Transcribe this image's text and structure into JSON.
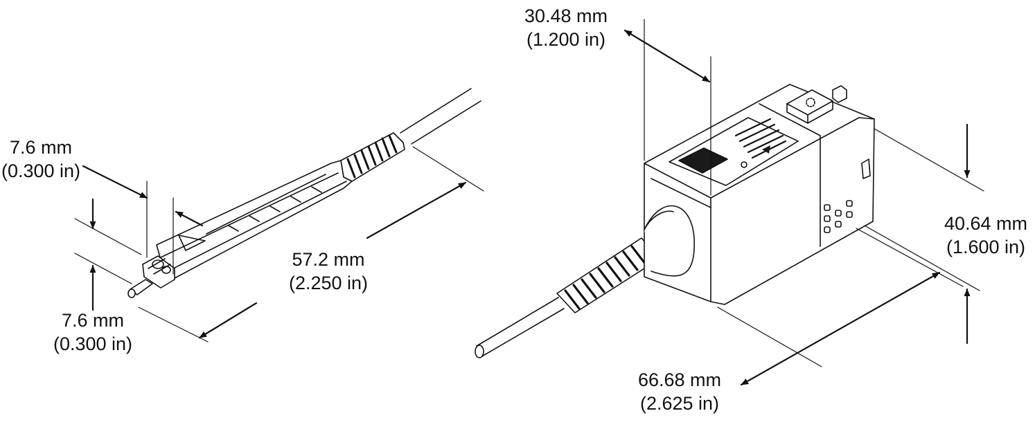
{
  "dimensions": {
    "tip_width": {
      "mm": "7.6 mm",
      "in": "(0.300 in)"
    },
    "tip_height": {
      "mm": "7.6 mm",
      "in": "(0.300 in)"
    },
    "head_length": {
      "mm": "57.2 mm",
      "in": "(2.250 in)"
    },
    "box_depth": {
      "mm": "30.48 mm",
      "in": "(1.200 in)"
    },
    "box_height": {
      "mm": "40.64 mm",
      "in": "(1.600 in)"
    },
    "box_length": {
      "mm": "66.68 mm",
      "in": "(2.625 in)"
    }
  },
  "colors": {
    "stroke": "#111111",
    "dark_label": "#1a1a1a",
    "paper": "#ffffff"
  }
}
